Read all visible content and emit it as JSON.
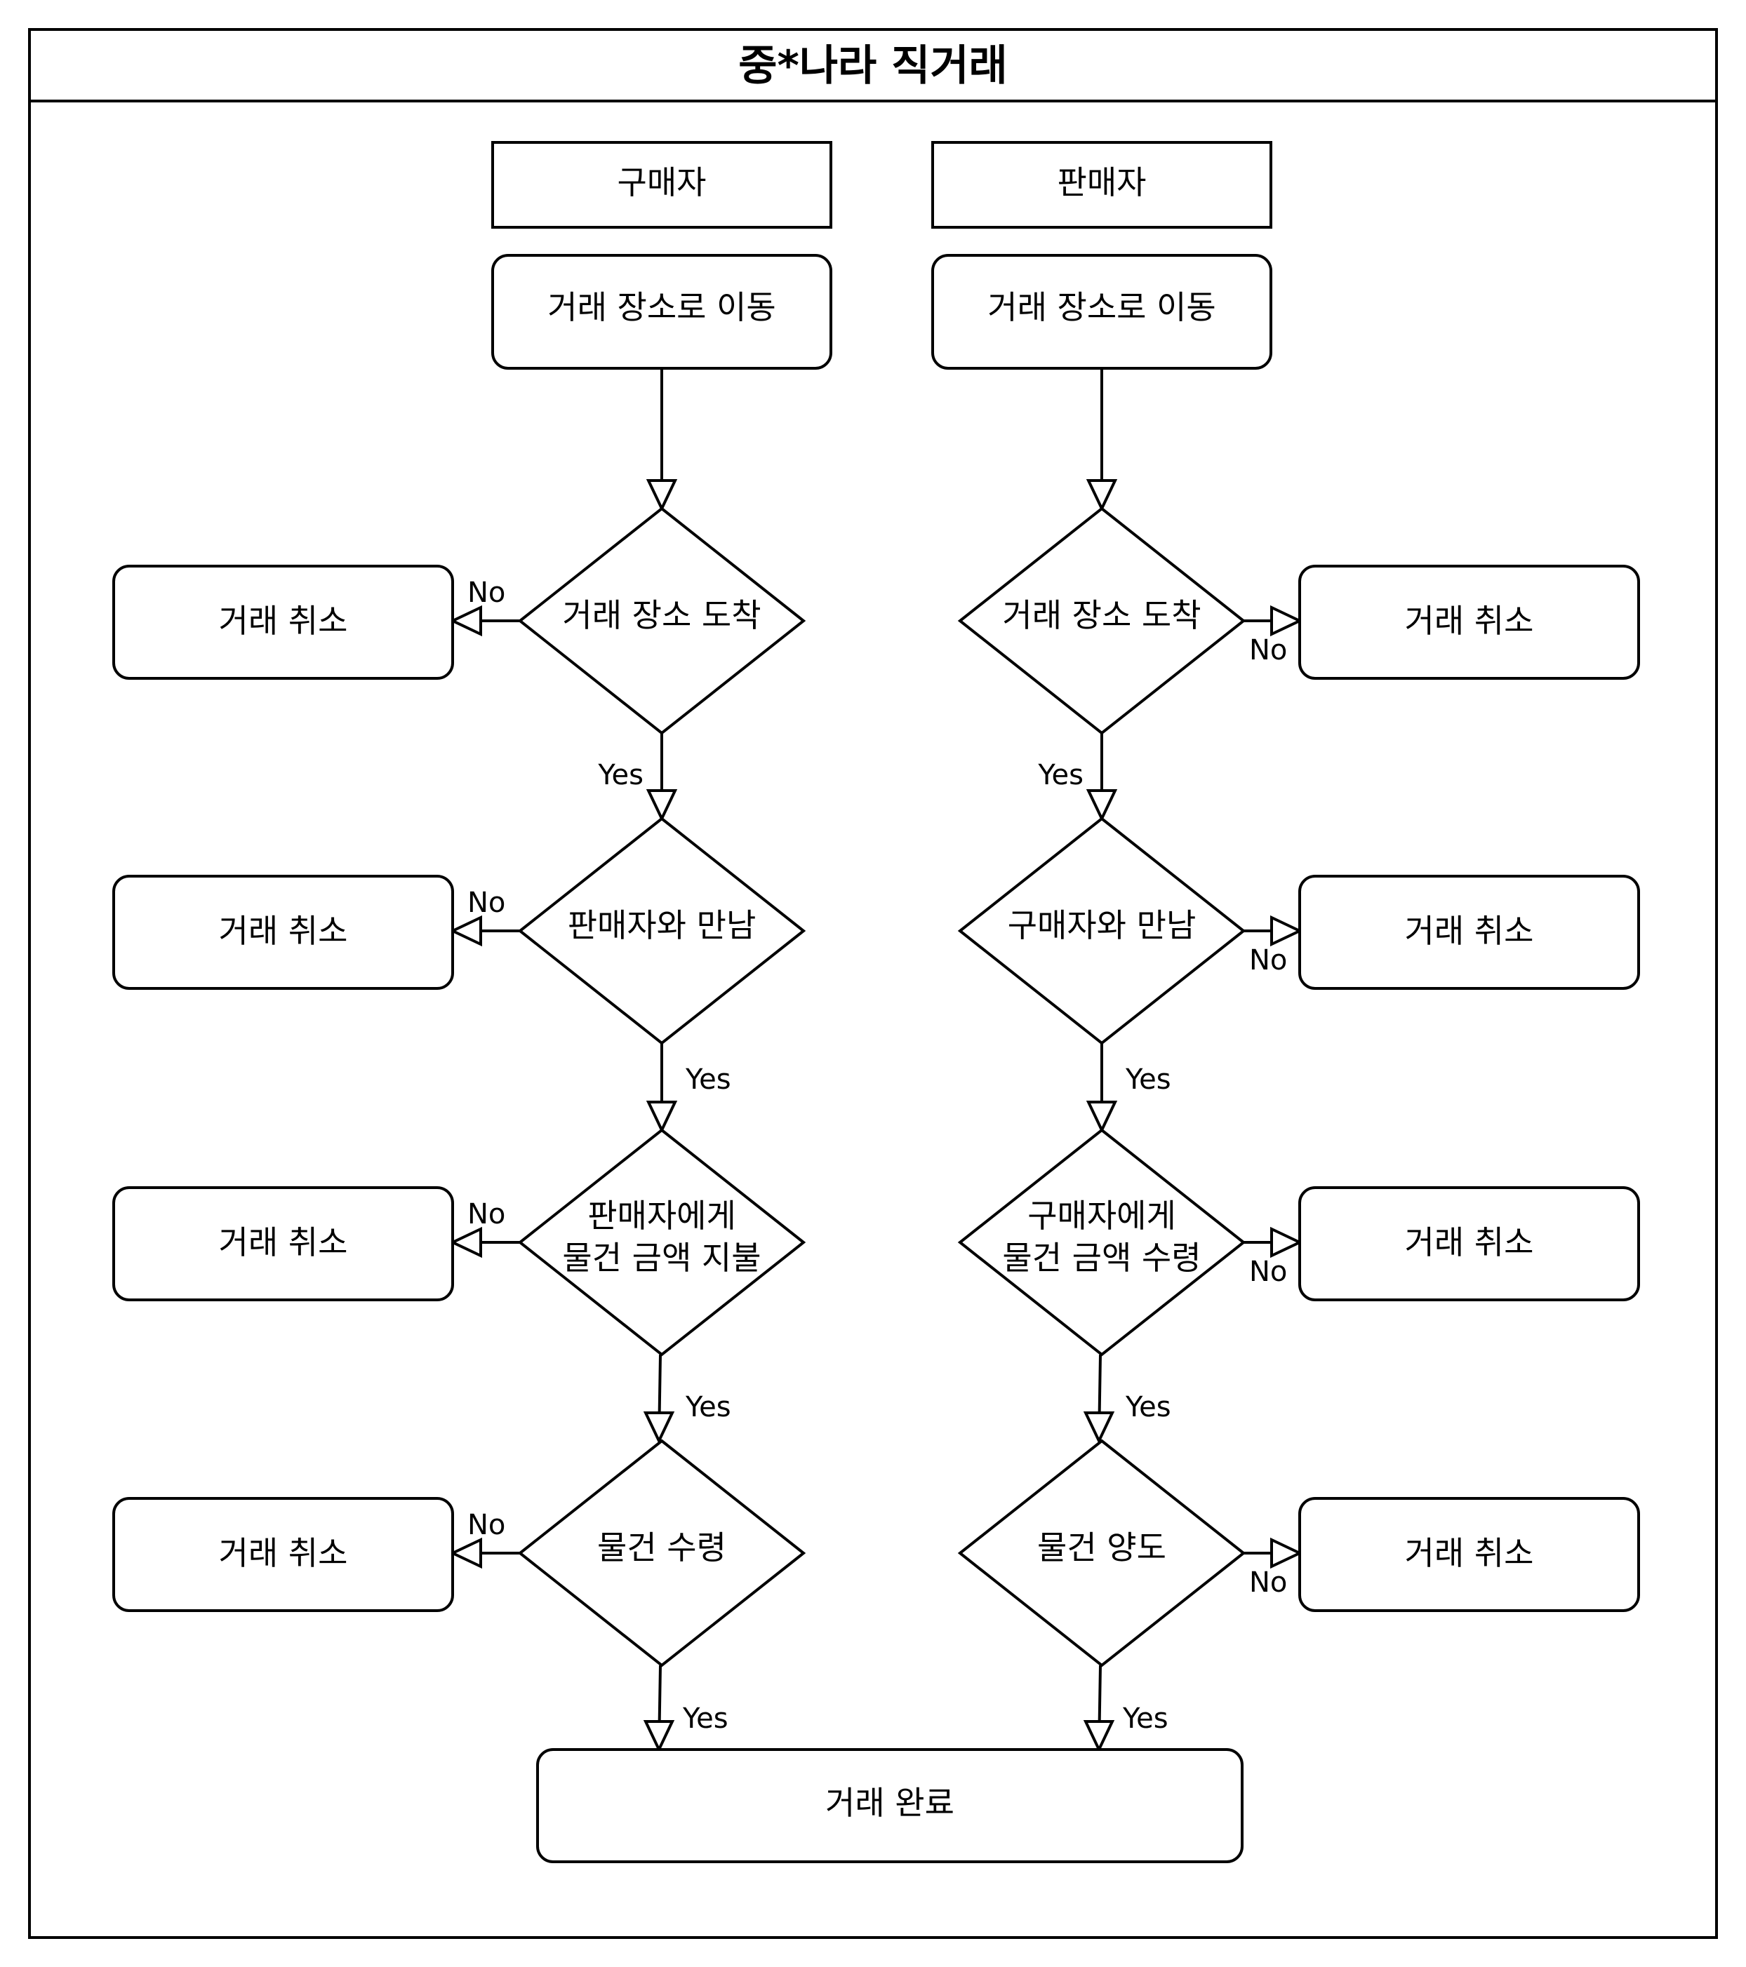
{
  "title": "중*나라 직거래",
  "buyer": {
    "header": "구매자",
    "start": "거래 장소로 이동",
    "decisions": [
      {
        "lines": [
          "거래 장소 도착"
        ]
      },
      {
        "lines": [
          "판매자와 만남"
        ]
      },
      {
        "lines": [
          "판매자에게",
          "물건 금액 지불"
        ]
      },
      {
        "lines": [
          "물건 수령"
        ]
      }
    ],
    "cancel": "거래 취소"
  },
  "seller": {
    "header": "판매자",
    "start": "거래 장소로 이동",
    "decisions": [
      {
        "lines": [
          "거래 장소 도착"
        ]
      },
      {
        "lines": [
          "구매자와 만남"
        ]
      },
      {
        "lines": [
          "구매자에게",
          "물건 금액 수령"
        ]
      },
      {
        "lines": [
          "물건 양도"
        ]
      }
    ],
    "cancel": "거래 취소"
  },
  "end": "거래 완료",
  "labels": {
    "yes": "Yes",
    "no": "No"
  }
}
